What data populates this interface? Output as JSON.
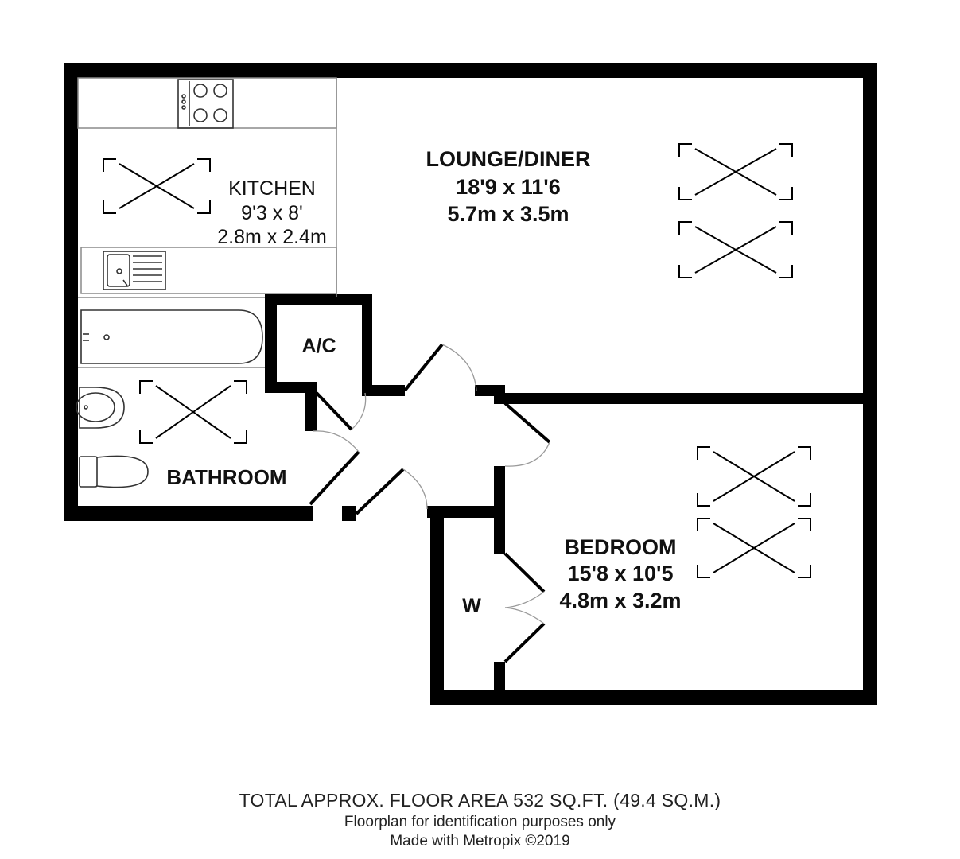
{
  "rooms": {
    "kitchen": {
      "name": "KITCHEN",
      "imperial": "9'3 x 8'",
      "metric": "2.8m x 2.4m"
    },
    "lounge": {
      "name": "LOUNGE/DINER",
      "imperial": "18'9 x 11'6",
      "metric": "5.7m x 3.5m"
    },
    "bedroom": {
      "name": "BEDROOM",
      "imperial": "15'8 x 10'5",
      "metric": "4.8m x 3.2m"
    },
    "bathroom": {
      "name": "BATHROOM"
    },
    "airing_cupboard": {
      "name": "A/C"
    },
    "wardrobe": {
      "name": "W"
    }
  },
  "footer": {
    "total_area": "TOTAL APPROX. FLOOR AREA 532 SQ.FT. (49.4 SQ.M.)",
    "disclaimer": "Floorplan for identification purposes only",
    "credit": "Made with Metropix ©2019"
  },
  "colors": {
    "wall": "#000000",
    "fixture_line": "#8a8a8a"
  }
}
